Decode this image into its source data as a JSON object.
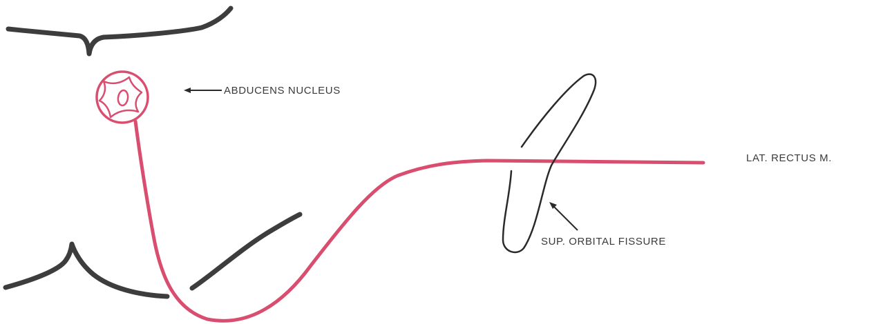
{
  "labels": {
    "abducens_nucleus": "ABDUCENS NUCLEUS",
    "sup_orbital_fissure": "SUP. ORBITAL FISSURE",
    "lat_rectus": "LAT. RECTUS M."
  },
  "colors": {
    "nerve": "#d94d6f",
    "outline": "#3d3d3d",
    "fissure": "#2a2a2a",
    "text": "#3a3a3a",
    "background": "#ffffff"
  }
}
